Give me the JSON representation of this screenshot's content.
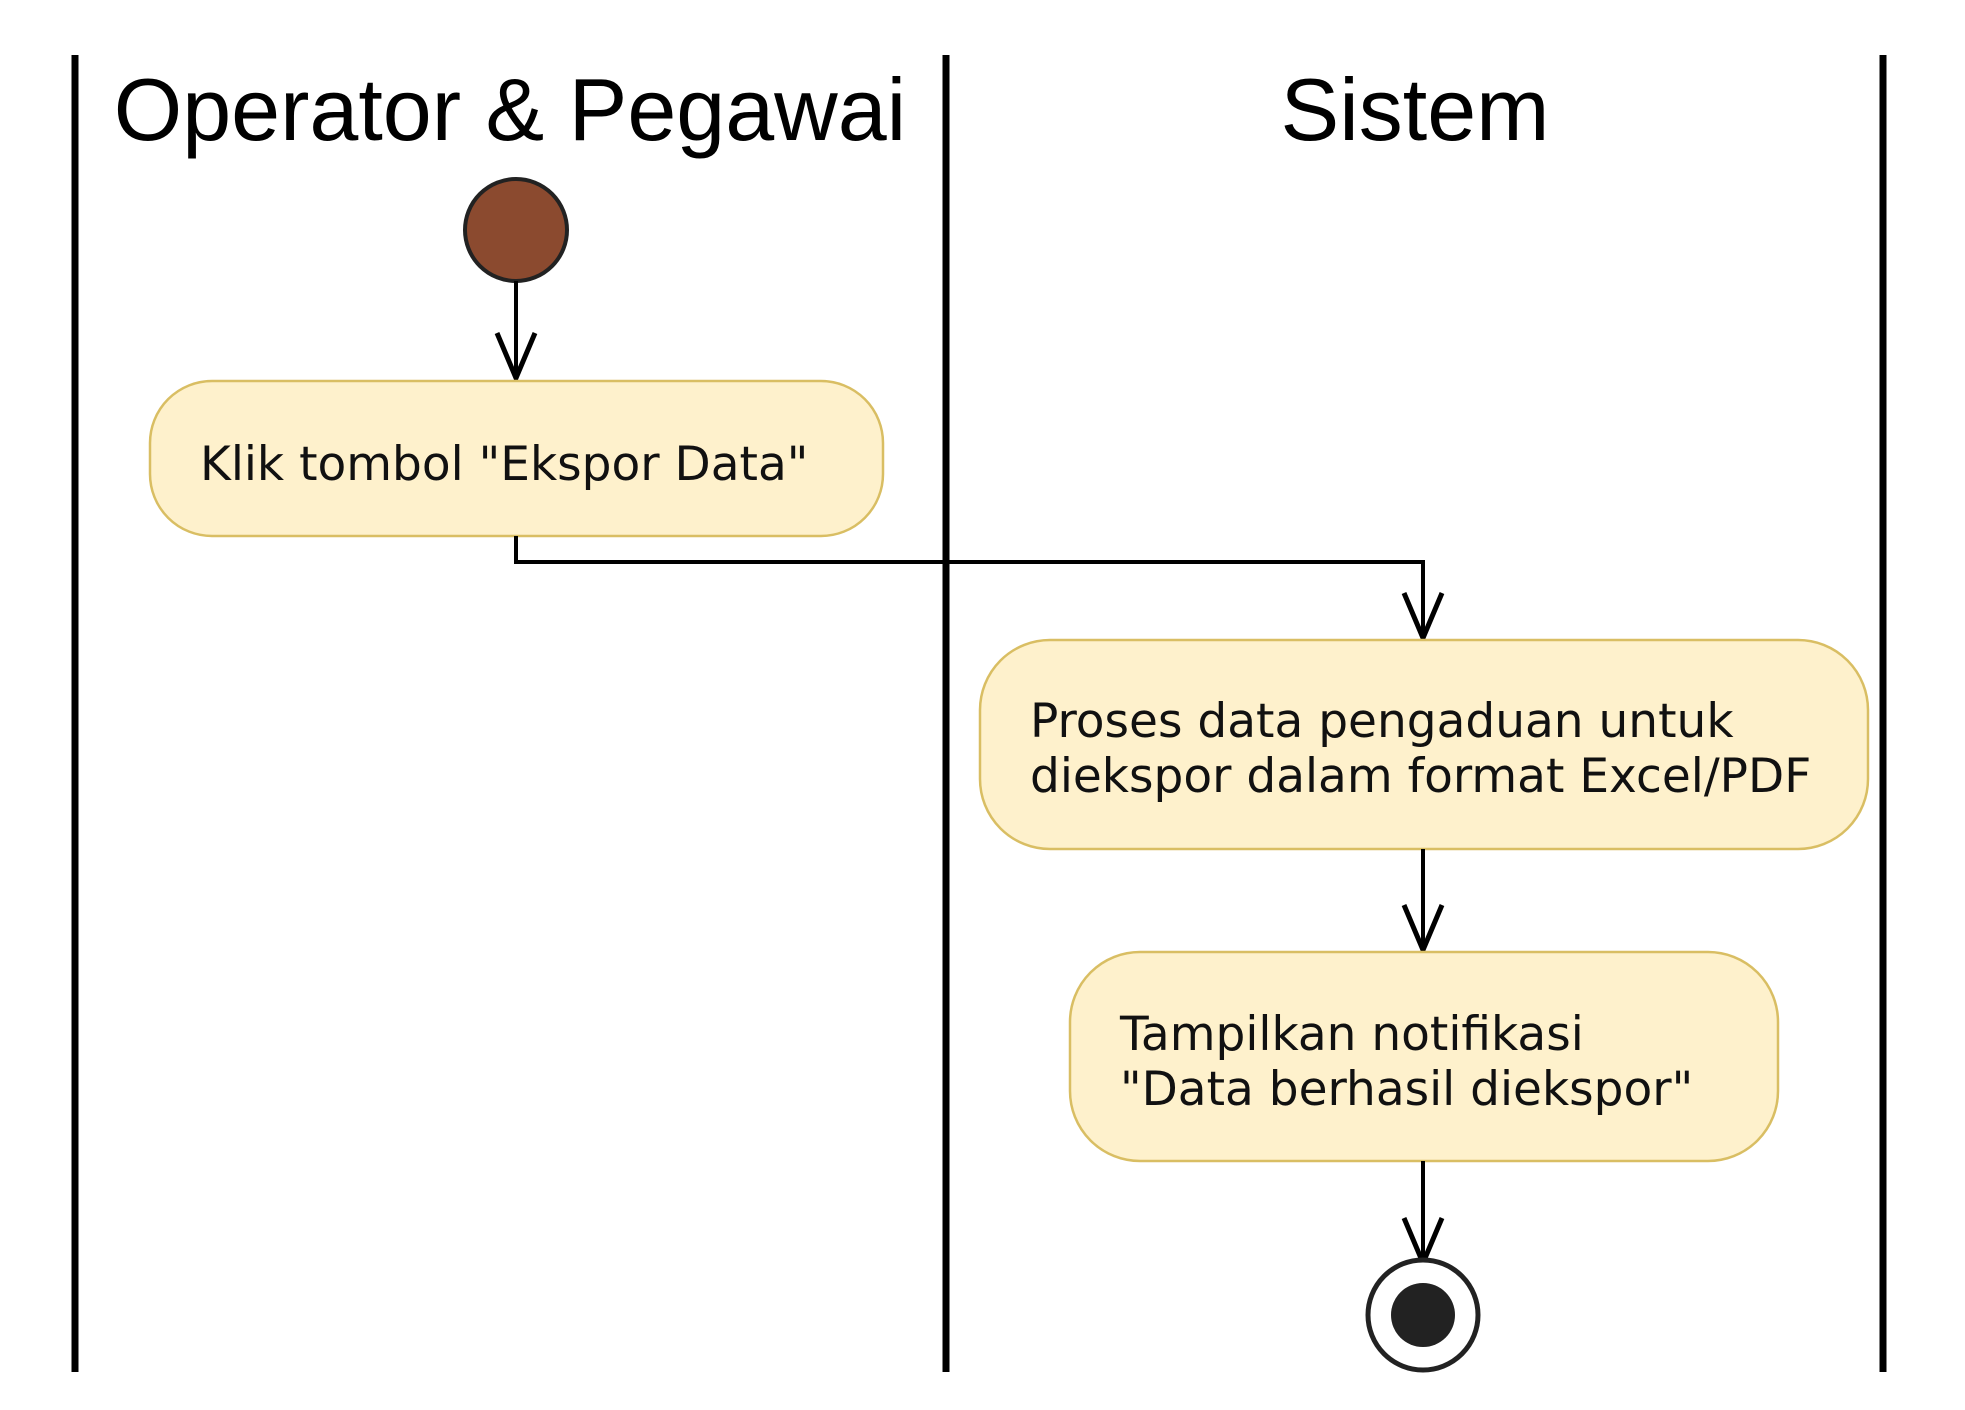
{
  "swimlanes": [
    {
      "title": "Operator & Pegawai"
    },
    {
      "title": "Sistem"
    }
  ],
  "nodes": {
    "start": {
      "kind": "initial"
    },
    "click_export": {
      "lines": [
        "Klik tombol \"Ekspor Data\""
      ]
    },
    "process_data": {
      "lines": [
        "Proses data pengaduan untuk",
        "diekspor dalam format Excel/PDF"
      ]
    },
    "show_notification": {
      "lines": [
        "Tampilkan notifikasi",
        "\"Data berhasil diekspor\""
      ]
    },
    "end": {
      "kind": "final"
    }
  },
  "flows": [
    {
      "from": "start",
      "to": "click_export"
    },
    {
      "from": "click_export",
      "to": "process_data"
    },
    {
      "from": "process_data",
      "to": "show_notification"
    },
    {
      "from": "show_notification",
      "to": "end"
    }
  ],
  "colors": {
    "activity_fill": "#FEF1CC",
    "activity_border": "#D9BE63",
    "initial_fill": "#8B4A2F",
    "final_fill": "#222222",
    "line": "#000000"
  }
}
